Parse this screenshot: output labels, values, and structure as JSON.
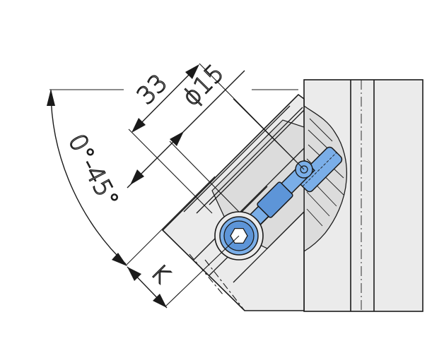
{
  "drawing": {
    "dimensions": {
      "length": "33",
      "diameter": "ϕ15",
      "angle": "0°-45°",
      "offset": "K"
    },
    "colors": {
      "background": "#ffffff",
      "profile_fill": "#ebebeb",
      "profile_shade": "#d9d9d9",
      "fastener_fill": "#7aaee8",
      "fastener_dark": "#4f86c9",
      "line": "#1a1a1a"
    }
  }
}
